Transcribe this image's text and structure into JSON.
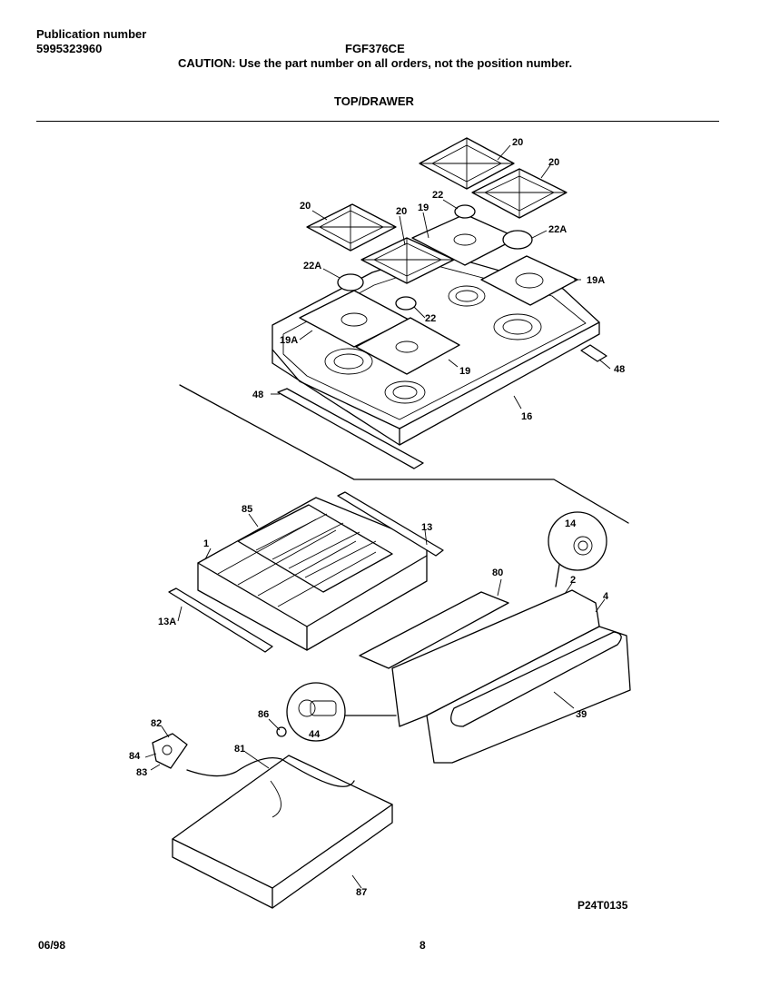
{
  "header": {
    "publication_label": "Publication number",
    "publication_number": "5995323960",
    "model": "FGF376CE",
    "caution": "CAUTION:  Use the part number on all orders, not the position number.",
    "section_title": "TOP/DRAWER"
  },
  "figure_id": "P24T0135",
  "footer": {
    "date": "06/98",
    "page": "8"
  },
  "callouts": {
    "c20a": "20",
    "c20b": "20",
    "c20c": "20",
    "c20d": "20",
    "c22a": "22",
    "c22b": "22",
    "c22Aa": "22A",
    "c22Ab": "22A",
    "c19a": "19",
    "c19b": "19",
    "c19Aa": "19A",
    "c19Ab": "19A",
    "c48a": "48",
    "c48b": "48",
    "c16": "16",
    "c85": "85",
    "c1": "1",
    "c13": "13",
    "c13A": "13A",
    "c14": "14",
    "c80": "80",
    "c2": "2",
    "c4": "4",
    "c39": "39",
    "c44": "44",
    "c86": "86",
    "c82": "82",
    "c84": "84",
    "c83": "83",
    "c81": "81",
    "c87": "87"
  }
}
